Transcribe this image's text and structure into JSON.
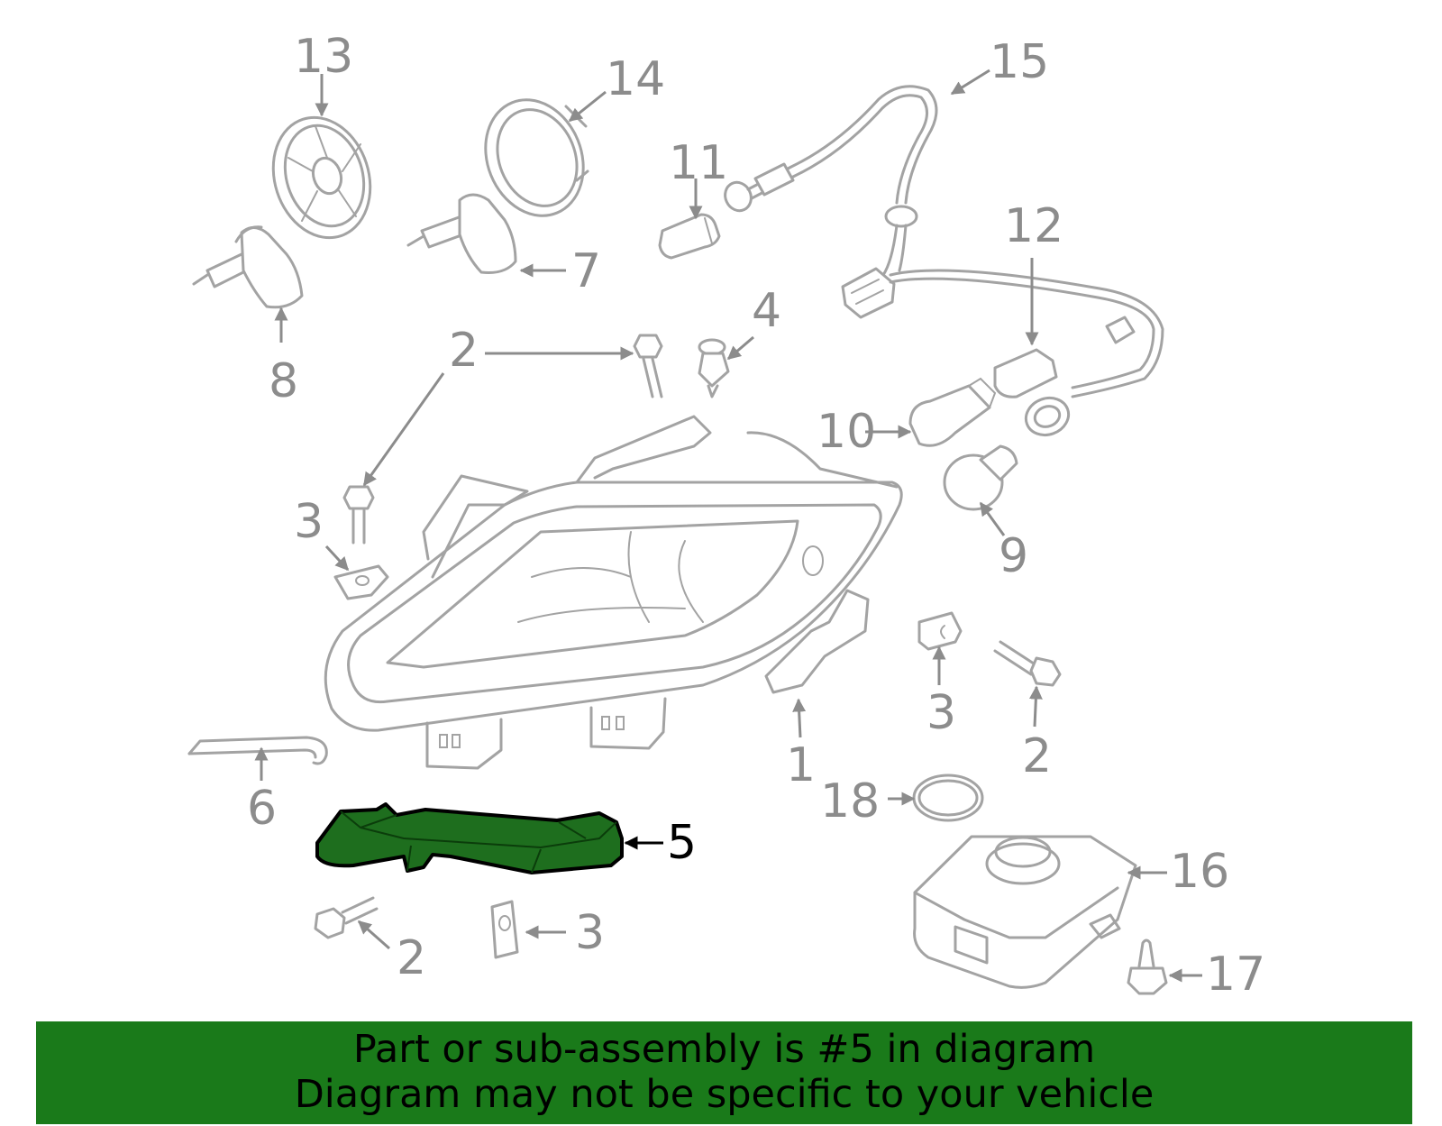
{
  "diagram": {
    "highlighted_part": "5",
    "labels": {
      "c1": "1",
      "c2a": "2",
      "c2b": "2",
      "c2c": "2",
      "c3a": "3",
      "c3b": "3",
      "c3c": "3",
      "c4": "4",
      "c5": "5",
      "c6": "6",
      "c7": "7",
      "c8": "8",
      "c9": "9",
      "c10": "10",
      "c11": "11",
      "c12": "12",
      "c13": "13",
      "c14": "14",
      "c15": "15",
      "c16": "16",
      "c17": "17",
      "c18": "18"
    },
    "colors": {
      "line": "#a3a3a3",
      "label": "#8c8c8c",
      "highlight_fill": "#1e6e1e",
      "highlight_outline": "#000000"
    }
  },
  "banner": {
    "line1": "Part or sub-assembly is #5 in diagram",
    "line2": "Diagram may not be specific to your vehicle",
    "background": "#1a7a1a"
  }
}
